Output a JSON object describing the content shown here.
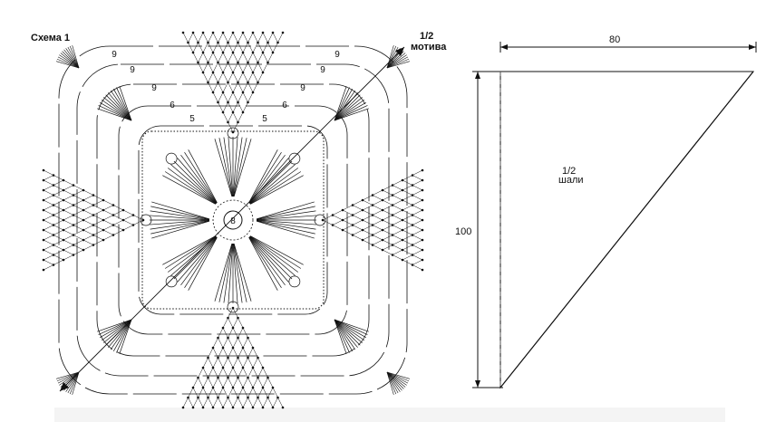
{
  "scheme": {
    "title": "Схема 1",
    "half_label_line1": "1/2",
    "half_label_line2": "мотива",
    "center_number": "8",
    "ring_numbers": [
      "5",
      "6",
      "9"
    ]
  },
  "shawl": {
    "width_label": "80",
    "height_label": "100",
    "half_label_line1": "1/2",
    "half_label_line2": "шали"
  },
  "colors": {
    "ink": "#111111",
    "dash": "#555555"
  }
}
